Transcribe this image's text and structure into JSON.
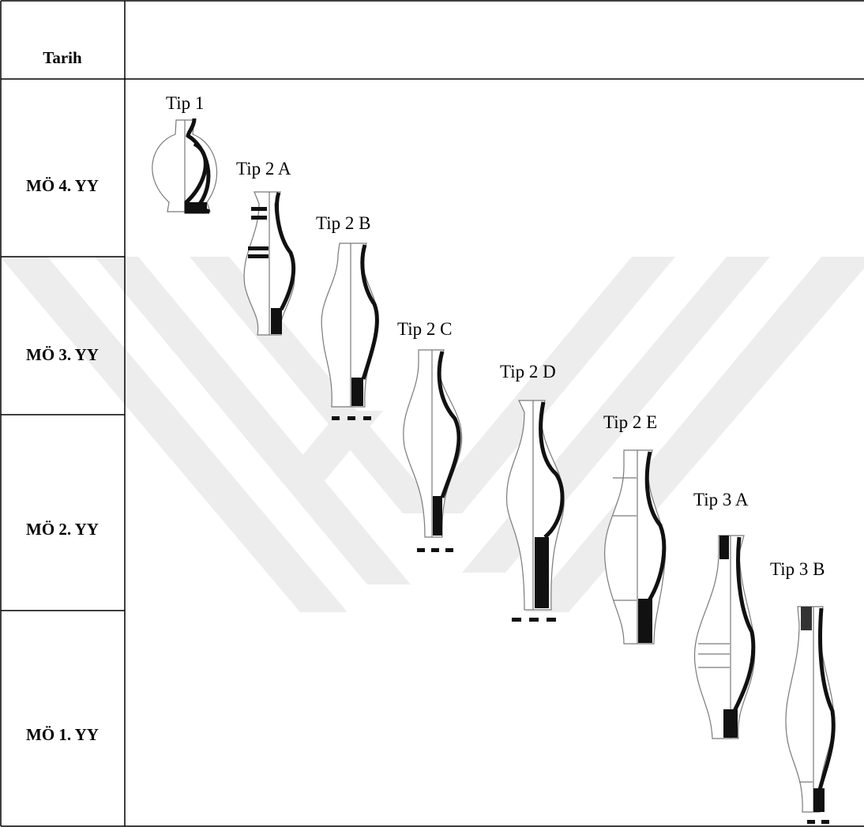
{
  "table": {
    "header": "Tarih",
    "periods": [
      "MÖ 4. YY",
      "MÖ 3. YY",
      "MÖ 2. YY",
      "MÖ 1. YY"
    ]
  },
  "types": [
    "Tip 1",
    "Tip 2 A",
    "Tip 2 B",
    "Tip 2 C",
    "Tip 2 D",
    "Tip 2 E",
    "Tip 3 A",
    "Tip 3 B"
  ],
  "colors": {
    "line": "#000000",
    "watermark": "#ececec",
    "profile": "#111111",
    "outline": "#7a7a7a"
  }
}
